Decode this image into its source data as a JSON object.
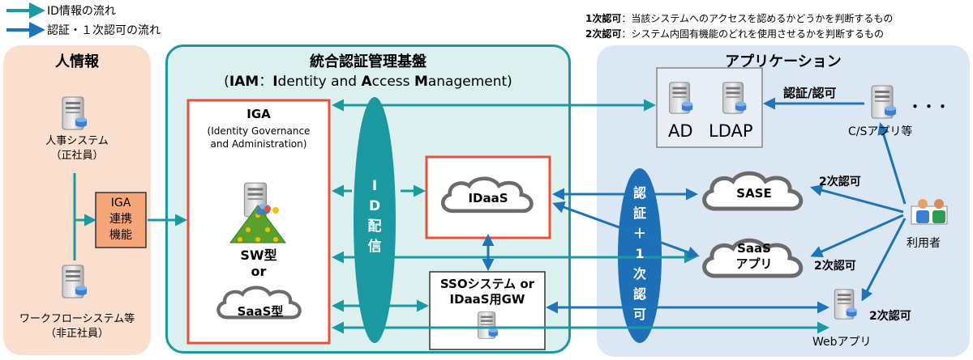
{
  "legend": {
    "id_flow": "ID情報の流れ",
    "auth_flow": "認証・１次認可の流れ"
  },
  "definitions": [
    {
      "term": "1次認可",
      "desc": "：当該システムへのアクセスを認めるかどうかを判断するもの"
    },
    {
      "term": "2次認可",
      "desc": "：システム内固有機能のどれを使用させるかを判断するもの"
    }
  ],
  "people": {
    "title": "人情報",
    "hr_system": [
      "人事システム",
      "（正社員）"
    ],
    "workflow_system": [
      "ワークフローシステム等",
      "（非正社員）"
    ],
    "iga_link": [
      "IGA",
      "連携",
      "機能"
    ]
  },
  "iam": {
    "title": "統合認証管理基盤",
    "subtitle": [
      "(",
      "IAM",
      "：",
      "I",
      "dentity and ",
      "A",
      "ccess ",
      "M",
      "anagement)"
    ],
    "iga_title": "IGA",
    "iga_full": [
      "(Identity Governance",
      "and Administration)"
    ],
    "sw_type": [
      "SW型",
      "or"
    ],
    "saas_type": "SaaS型",
    "id_distribution": [
      "I",
      "D",
      "配",
      "信"
    ],
    "idaas": "IDaaS",
    "sso": [
      "SSOシステム or",
      "IDaaS用GW"
    ],
    "auth_label": [
      "認",
      "証",
      "＋",
      "1",
      "次",
      "認",
      "可"
    ]
  },
  "apps": {
    "title": "アプリケーション",
    "ad": "AD",
    "ldap": "LDAP",
    "auth_authz": "認証/認可",
    "dots": "・・・",
    "cs_app": "C/Sアプリ等",
    "sase": "SASE",
    "saas_app": [
      "SaaS",
      "アプリ"
    ],
    "secondary_authz": "2次認可",
    "user": "利用者",
    "web_app": "Webアプリ"
  },
  "colors": {
    "id_flow": "#1a9aa0",
    "auth_flow": "#1f73b7",
    "people_bg": "#fadfcf",
    "iam_bg": "#dcf0ef",
    "iam_border": "#1a9aa0",
    "apps_bg": "#dce7f4",
    "iga_border": "#e8503a",
    "iga_link_bg": "#f4a679",
    "ellipse_id": "#1a9aa0",
    "ellipse_auth": "#1d70b8"
  }
}
